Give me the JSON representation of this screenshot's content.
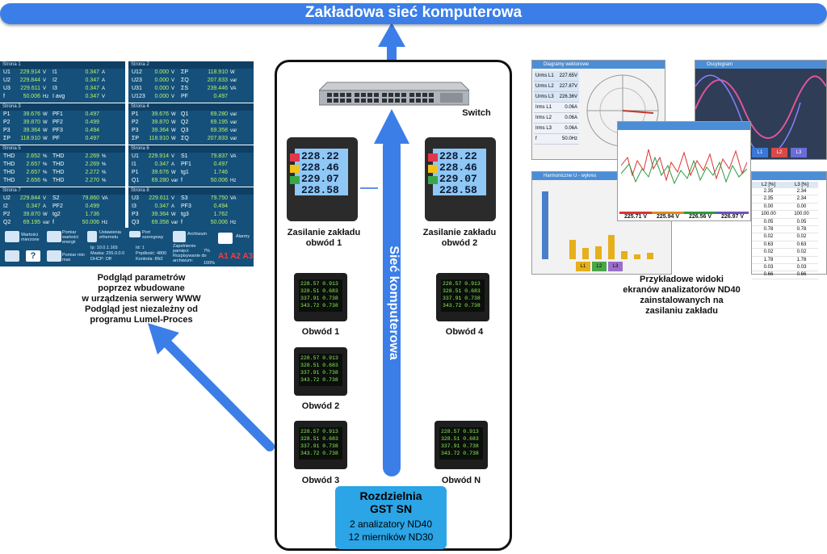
{
  "top_title": "Zakładowa sieć komputerowa",
  "switch_label": "Switch",
  "network_label": "Sieć komputerowa",
  "feed1_label": [
    "Zasilanie zakładu",
    "obwód 1"
  ],
  "feed2_label": [
    "Zasilanie zakładu",
    "obwód 2"
  ],
  "circuits": {
    "c1": "Obwód 1",
    "c2": "Obwód 2",
    "c3": "Obwód 3",
    "c4": "Obwód 4",
    "cn": "Obwód N"
  },
  "nd40_values": [
    "228.22",
    "228.46",
    "229.07",
    "228.58"
  ],
  "nd30_values": [
    "228.57 0.913",
    "328.51 0.683",
    "337.91 0.738",
    "343.72 0.738"
  ],
  "rozdzielnia": {
    "title": "Rozdzielnia",
    "subtitle": "GST SN",
    "line1": "2 analizatory ND40",
    "line2": "12 mierników ND30"
  },
  "left_caption": [
    "Podgląd parametrów",
    "poprzez wbudowane",
    "w urządzenia serwery WWW",
    "Podgląd jest niezależny od",
    "programu Lumel-Proces"
  ],
  "right_caption": [
    "Przykładowe widoki",
    "ekranów analizatorów ND40",
    "zainstalowanych na",
    "zasilaniu zakładu"
  ],
  "web": {
    "blocks": [
      {
        "head": "Strona 1",
        "rows": [
          [
            "U1",
            "229.914",
            "V",
            "I1",
            "0.347",
            "A"
          ],
          [
            "U2",
            "229.844",
            "V",
            "I2",
            "0.347",
            "A"
          ],
          [
            "U3",
            "229.611",
            "V",
            "I3",
            "0.347",
            "A"
          ],
          [
            "f",
            "50.006",
            "Hz",
            "I avg",
            "0.347",
            "V"
          ]
        ]
      },
      {
        "head": "Strona 2",
        "rows": [
          [
            "U12",
            "0.000",
            "V",
            "ΣP",
            "118.910",
            "W"
          ],
          [
            "U23",
            "0.000",
            "V",
            "ΣQ",
            "207.833",
            "var"
          ],
          [
            "U31",
            "0.000",
            "V",
            "ΣS",
            "239.446",
            "VA"
          ],
          [
            "U123",
            "0.000",
            "V",
            "PF",
            "0.497",
            ""
          ]
        ]
      },
      {
        "head": "Strona 3",
        "rows": [
          [
            "P1",
            "39.676",
            "W",
            "PF1",
            "0.497",
            ""
          ],
          [
            "P2",
            "39.870",
            "W",
            "PF2",
            "0.499",
            ""
          ],
          [
            "P3",
            "39.364",
            "W",
            "PF3",
            "0.494",
            ""
          ],
          [
            "ΣP",
            "118.910",
            "W",
            "PF",
            "0.497",
            ""
          ]
        ]
      },
      {
        "head": "Strona 4",
        "rows": [
          [
            "P1",
            "39.676",
            "W",
            "Q1",
            "69.280",
            "var"
          ],
          [
            "P2",
            "39.870",
            "W",
            "Q2",
            "69.195",
            "var"
          ],
          [
            "P3",
            "39.364",
            "W",
            "Q3",
            "69.358",
            "var"
          ],
          [
            "ΣP",
            "118.910",
            "W",
            "ΣQ",
            "207.833",
            "var"
          ]
        ]
      },
      {
        "head": "Strona 5",
        "rows": [
          [
            "THD",
            "2.652",
            "%",
            "THD",
            "2.269",
            "%"
          ],
          [
            "THD",
            "2.657",
            "%",
            "THD",
            "2.269",
            "%"
          ],
          [
            "THD",
            "2.657",
            "%",
            "THD",
            "2.272",
            "%"
          ],
          [
            "THD",
            "2.656",
            "%",
            "THD",
            "2.270",
            "%"
          ]
        ]
      },
      {
        "head": "Strona 6",
        "rows": [
          [
            "U1",
            "229.914",
            "V",
            "S1",
            "79.837",
            "VA"
          ],
          [
            "I1",
            "0.347",
            "A",
            "PF1",
            "0.497",
            ""
          ],
          [
            "P1",
            "39.676",
            "W",
            "tg1",
            "1.746",
            ""
          ],
          [
            "Q1",
            "69.280",
            "var",
            "f",
            "50.006",
            "Hz"
          ]
        ]
      },
      {
        "head": "Strona 7",
        "rows": [
          [
            "U2",
            "229.844",
            "V",
            "S2",
            "79.860",
            "VA"
          ],
          [
            "I2",
            "0.347",
            "A",
            "PF2",
            "0.499",
            ""
          ],
          [
            "P2",
            "39.870",
            "W",
            "tg2",
            "1.736",
            ""
          ],
          [
            "Q2",
            "69.195",
            "var",
            "f",
            "50.006",
            "Hz"
          ]
        ]
      },
      {
        "head": "Strona 8",
        "rows": [
          [
            "U3",
            "229.611",
            "V",
            "S3",
            "79.750",
            "VA"
          ],
          [
            "I3",
            "0.347",
            "A",
            "PF3",
            "0.494",
            ""
          ],
          [
            "P3",
            "39.364",
            "W",
            "tg3",
            "1.762",
            ""
          ],
          [
            "Q3",
            "69.358",
            "var",
            "f",
            "50.006",
            "Hz"
          ]
        ]
      }
    ],
    "buttons": {
      "b1": "Wartości mierzone",
      "b2": "Pomiar wartości energii",
      "b3": "Ustawienia ethernetu",
      "b4": "Port szeregowy",
      "b5": "Archiwum",
      "b6": "Alarmy",
      "b7": "Pomiar min max"
    },
    "eth": {
      "ip_label": "Ip:",
      "ip": "10.0.1.165",
      "mask_label": "Maska:",
      "mask": "255.0.0.0",
      "dhcp_label": "DHCP:",
      "dhcp": "Off"
    },
    "port": {
      "id_label": "Id:",
      "id": "1",
      "speed_label": "Prędkość:",
      "speed": "4800",
      "mode_label": "Kontrola:",
      "mode": "8N2"
    },
    "archive": {
      "mem_label": "Zapełnienie pamięci:",
      "mem": "7%",
      "arch_label": "Rozpisywanie do archiwum:",
      "arch": "100%"
    },
    "alarm_code": "A1 A2 A3"
  },
  "shots": {
    "vector_title": "Diagramy wektorowe",
    "osc_title": "Oscylogram",
    "harm_title": "Harmoniczne U - wykres",
    "trend_values": [
      "225.71 V",
      "225.94 V",
      "226.56 V",
      "226.97 V"
    ],
    "vector_rows": [
      [
        "Urms L1",
        "227.65V"
      ],
      [
        "Urms L2",
        "227.87V"
      ],
      [
        "Urms L3",
        "226.36V"
      ],
      [
        "Irms L1",
        "0.06A"
      ],
      [
        "Irms L2",
        "0.06A"
      ],
      [
        "Irms L3",
        "0.06A"
      ],
      [
        "f",
        "50.0Hz"
      ]
    ],
    "table_head": [
      "L2 [%]",
      "L3 [%]"
    ],
    "table_rows": [
      [
        "2.35",
        "2.34"
      ],
      [
        "2.35",
        "2.34"
      ],
      [
        "0.00",
        "0.00"
      ],
      [
        "100.00",
        "100.00"
      ],
      [
        "0.05",
        "0.05"
      ],
      [
        "0.78",
        "0.78"
      ],
      [
        "0.02",
        "0.02"
      ],
      [
        "0.63",
        "0.63"
      ],
      [
        "0.02",
        "0.02"
      ],
      [
        "1.78",
        "1.78"
      ],
      [
        "0.03",
        "0.03"
      ],
      [
        "0.66",
        "0.66"
      ]
    ],
    "harm_tabs": [
      "L1",
      "L2",
      "L3"
    ]
  },
  "colors": {
    "network_blue": "#3b7ee8",
    "panel_blue": "#14507a",
    "box_blue": "#2ba5e6"
  }
}
